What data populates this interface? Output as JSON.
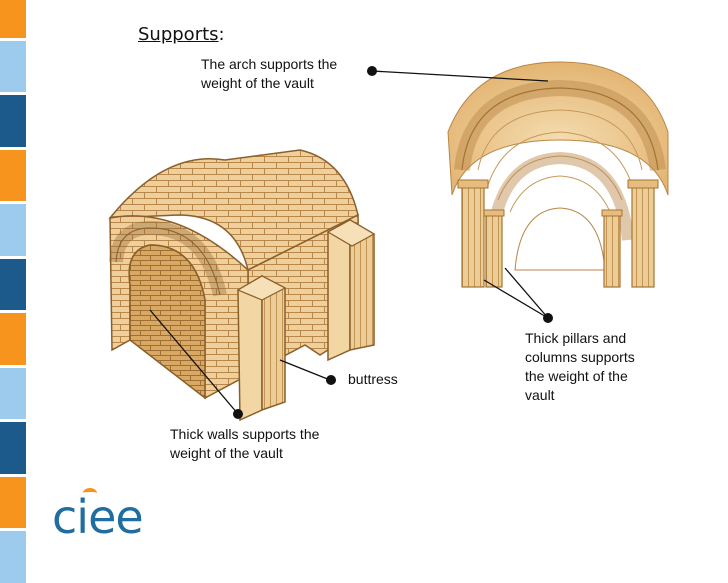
{
  "slide": {
    "title_word": "Supports",
    "title_colon": ":",
    "labels": {
      "arch": [
        "The arch supports the",
        "weight of the vault"
      ],
      "buttress": "buttress",
      "walls": [
        "Thick walls supports the",
        "weight of the vault"
      ],
      "pillars": [
        "Thick pillars and",
        "columns supports",
        "the weight of the",
        "vault"
      ]
    }
  },
  "logo": {
    "text": "ciee"
  },
  "colors": {
    "stripe_orange": "#f7941d",
    "stripe_light_blue": "#9ccbee",
    "stripe_dark_blue": "#1d5a8c",
    "stone": "#e9c48b",
    "stone_dark": "#b88646",
    "logo_blue": "#1f6e9f"
  }
}
